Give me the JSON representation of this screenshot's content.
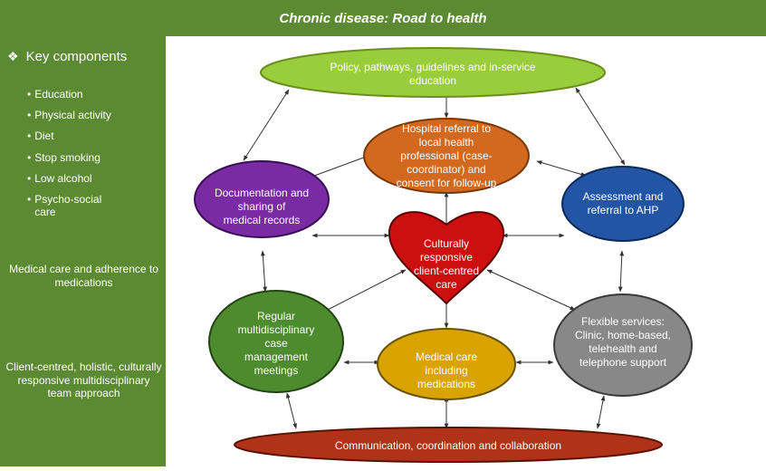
{
  "title": "Chronic disease: Road to health",
  "sidebar": {
    "heading": "Key components",
    "bullets": [
      "Education",
      "Physical activity",
      "Diet",
      "Stop smoking",
      "Low alcohol",
      "Psycho-social care"
    ],
    "note1": "Medical care and adherence to medications",
    "note2": "Client-centred, holistic, culturally responsive multidisciplinary team approach"
  },
  "nodes": {
    "policy": [
      "Policy, pathways, guidelines and in-service",
      "education"
    ],
    "hospital": [
      "Hospital referral to",
      "local health",
      "professional (case-",
      "coordinator) and",
      "consent for follow-up"
    ],
    "documentation": [
      "Documentation and",
      "sharing of",
      "medical records"
    ],
    "assessment": [
      "Assessment and",
      "referral to AHP"
    ],
    "heart": [
      "Culturally",
      "responsive",
      "client-centred",
      "care"
    ],
    "regular": [
      "Regular",
      "multidisciplinary",
      "case",
      "management",
      "meetings"
    ],
    "medical": [
      "Medical care",
      "including",
      "medications"
    ],
    "flexible": [
      "Flexible services:",
      "Clinic, home-based,",
      "telehealth and",
      "telephone support"
    ],
    "communication": [
      "Communication, coordination and collaboration"
    ]
  },
  "colors": {
    "green_bar": "#5b8a32",
    "policy": "#9acd3b",
    "hospital": "#d2691e",
    "documentation": "#7a2aa3",
    "assessment": "#2255a4",
    "heart": "#cc1010",
    "regular": "#4e8a2e",
    "medical": "#d9a400",
    "flexible": "#888888",
    "communication": "#b03218"
  }
}
